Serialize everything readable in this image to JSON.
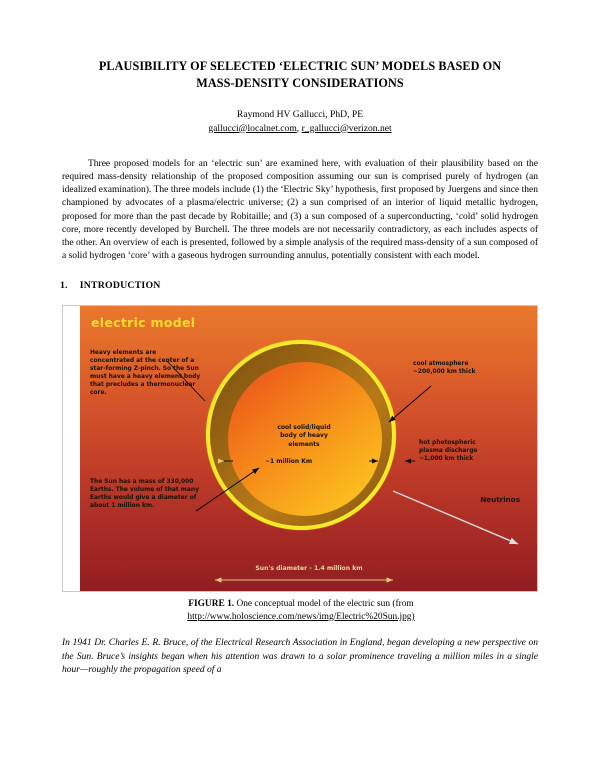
{
  "document": {
    "title_lines": [
      "PLAUSIBILITY OF SELECTED ‘ELECTRIC SUN’ MODELS BASED ON",
      "MASS-DENSITY CONSIDERATIONS"
    ],
    "author": "Raymond HV Gallucci, PhD, PE",
    "email_primary": "gallucci@localnet.com",
    "email_separator": ", ",
    "email_secondary": "r_gallucci@verizon.net",
    "abstract": "Three proposed models for an ‘electric sun’ are examined here, with evaluation of their plausibility based on the required mass-density relationship of the proposed composition assuming our sun is comprised purely of hydrogen (an idealized examination).  The three models include (1) the ‘Electric Sky’ hypothesis, first proposed by Juergens and since then championed by advocates of a plasma/electric universe; (2) a sun comprised of an interior of liquid metallic hydrogen, proposed for more than the past decade by Robitaille; and (3) a sun composed of a superconducting, ‘cold’ solid hydrogen core, more recently developed by Burchell.  The three models are not necessarily contradictory, as each includes aspects of the other.  An overview of each is presented, followed by a simple analysis of the required mass-density of a sun composed of a solid hydrogen ‘core’ with a gaseous hydrogen surrounding annulus, potentially consistent with each model.",
    "section": {
      "number": "1.",
      "name": "INTRODUCTION"
    },
    "closing_paragraph": "In 1941 Dr. Charles E. R. Bruce, of the Electrical Research Association in England, began developing a new perspective on the Sun. Bruce’s insights began when his attention was drawn to a solar prominence traveling a million miles in a single hour—roughly the propagation speed of a"
  },
  "figure": {
    "caption_label": "FIGURE 1.",
    "caption_text": "One conceptual model of the electric sun (from",
    "caption_url": "http://www.holoscience.com/news/img/Electric%20Sun.jpg)",
    "diagram": {
      "title": "electric model",
      "note_heavy_elements": "Heavy elements are concentrated at the center of a star-forming Z-pinch. So the Sun must have a heavy element body that precludes a thermonuclear core.",
      "note_mass": "The Sun has a mass of 330,000 Earths. The volume of that many Earths would give a diameter of about 1 million km.",
      "note_cool_atmosphere": "cool atmosphere\n~200,000 km thick",
      "note_hot_photosphere": "hot photospheric\nplasma discharge\n~1,000 km thick",
      "note_neutrinos": "Neutrinos",
      "note_core": "cool solid/liquid\nbody of heavy\nelements",
      "note_core_diameter": "~1 million Km",
      "scale_label": "Sun's diameter  -  1.4 million km",
      "colors": {
        "title_yellow": "#ffdb2e",
        "background_top": "#e8782c",
        "background_bottom": "#8f1e21",
        "corona_ring": "#f5e92a",
        "shell_brown": "#9c6713",
        "core_hot": "#e84f1c",
        "core_warm": "#fdcd22"
      }
    }
  }
}
